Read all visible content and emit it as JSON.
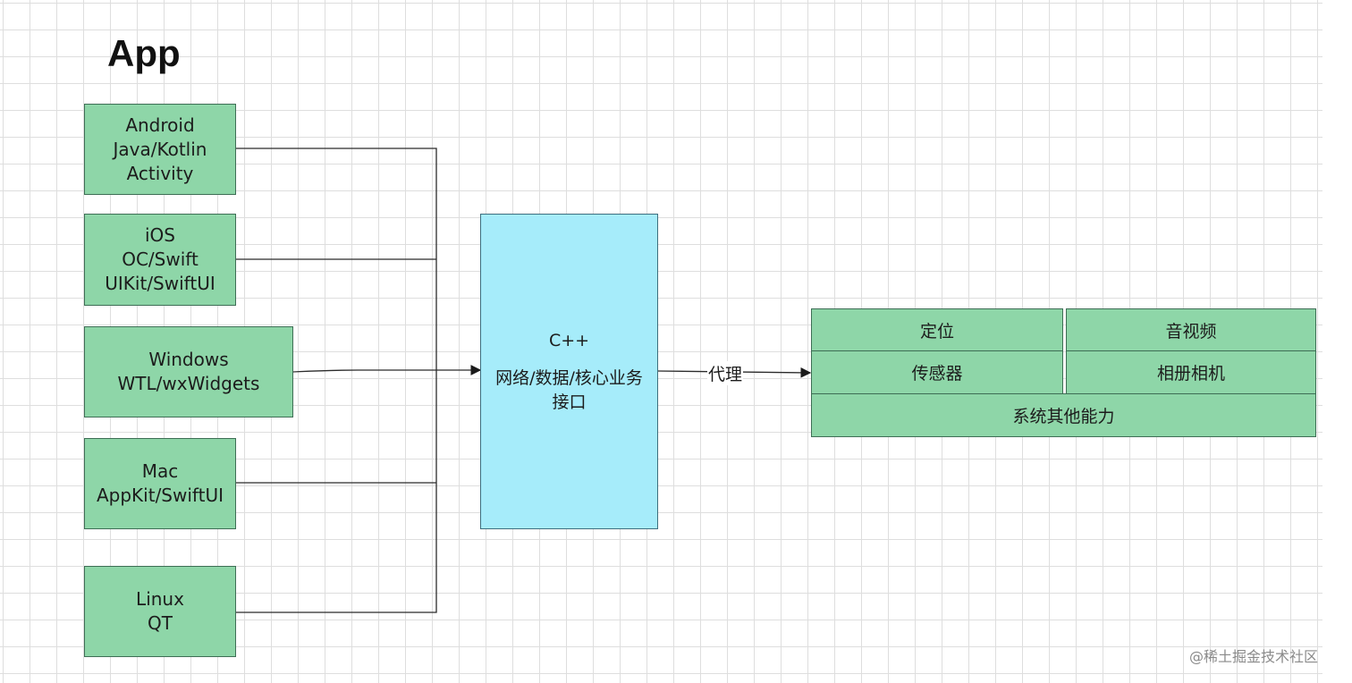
{
  "title": "App",
  "platforms": [
    {
      "id": "android",
      "lines": [
        "Android",
        "Java/Kotlin",
        "Activity"
      ]
    },
    {
      "id": "ios",
      "lines": [
        "iOS",
        "OC/Swift",
        "UIKit/SwiftUI"
      ]
    },
    {
      "id": "windows",
      "lines": [
        "Windows",
        "WTL/wxWidgets"
      ]
    },
    {
      "id": "mac",
      "lines": [
        "Mac",
        "AppKit/SwiftUI"
      ]
    },
    {
      "id": "linux",
      "lines": [
        "Linux",
        "QT"
      ]
    }
  ],
  "core": {
    "name": "C++",
    "desc_line1": "网络/数据/核心业务",
    "desc_line2": "接口"
  },
  "proxy_label": "代理",
  "capabilities": {
    "location": "定位",
    "av": "音视频",
    "sensors": "传感器",
    "album_camera": "相册相机",
    "other": "系统其他能力"
  },
  "watermark": "@稀土掘金技术社区",
  "colors": {
    "platform_fill": "#8ed6a8",
    "core_fill": "#a6ecfa",
    "line": "#2b2b2b"
  }
}
